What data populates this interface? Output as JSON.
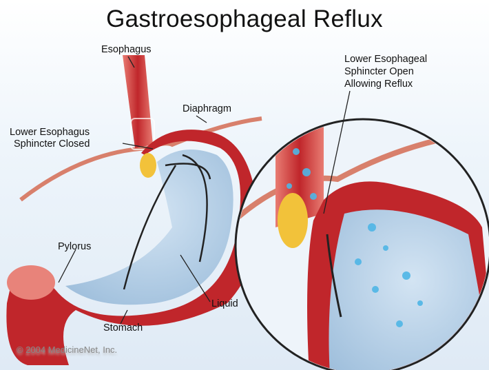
{
  "title": "Gastroesophageal Reflux",
  "labels": {
    "esophagus": "Esophagus",
    "diaphragm": "Diaphragm",
    "lower_sphincter_closed_line1": "Lower Esophagus",
    "lower_sphincter_closed_line2": "Sphincter Closed",
    "pylorus": "Pylorus",
    "liquid": "Liquid",
    "stomach": "Stomach",
    "reflux_line1": "Lower Esophageal",
    "reflux_line2": "Sphincter Open",
    "reflux_line3": "Allowing Reflux"
  },
  "copyright": "© 2004 MedicineNet, Inc.",
  "colors": {
    "tissue": "#c0262b",
    "tissue_light": "#e8837a",
    "liquid": "#b8d3ea",
    "bubble": "#4fb6e6",
    "fat": "#f2c23a"
  }
}
